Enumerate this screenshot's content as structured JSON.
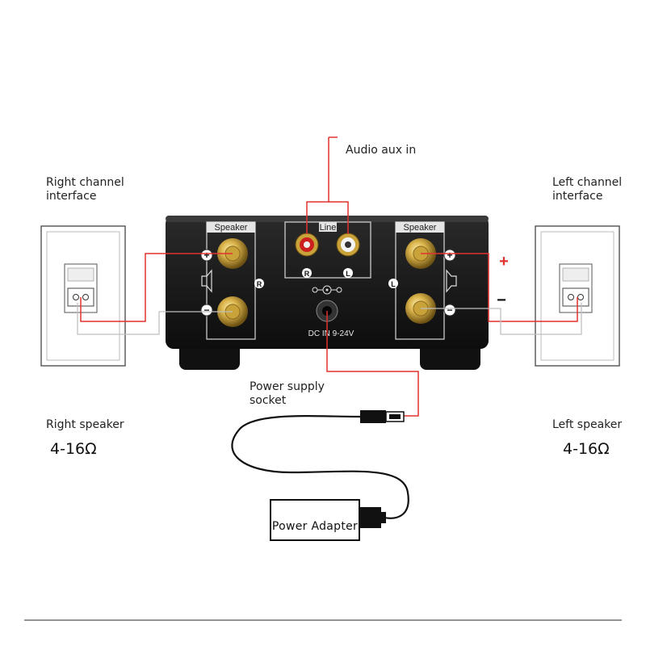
{
  "labels": {
    "audio_aux_in": "Audio aux in",
    "right_channel": "Right channel\ninterface",
    "left_channel": "Left channel\ninterface",
    "power_supply": "Power supply\nsocket",
    "right_speaker": "Right speaker",
    "left_speaker": "Left speaker",
    "right_impedance": "4-16Ω",
    "left_impedance": "4-16Ω",
    "power_adapter": "Power  Adapter"
  },
  "amplifier": {
    "speaker_left_panel": "Speaker",
    "speaker_right_panel": "Speaker",
    "line_panel": "Line",
    "rca_r": "R",
    "rca_l": "L",
    "side_r": "R",
    "side_l": "L",
    "dc_in": "DC IN 9-24V",
    "plus": "+",
    "minus": "−"
  },
  "polarity": {
    "plus": "+",
    "minus": "−"
  },
  "colors": {
    "positive_wire": "#e0322f",
    "negative_wire": "#bfbfbf",
    "amplifier_body": "#161616",
    "gold_terminal": "#c8a43a",
    "panel_outline": "#d9d9d9"
  }
}
